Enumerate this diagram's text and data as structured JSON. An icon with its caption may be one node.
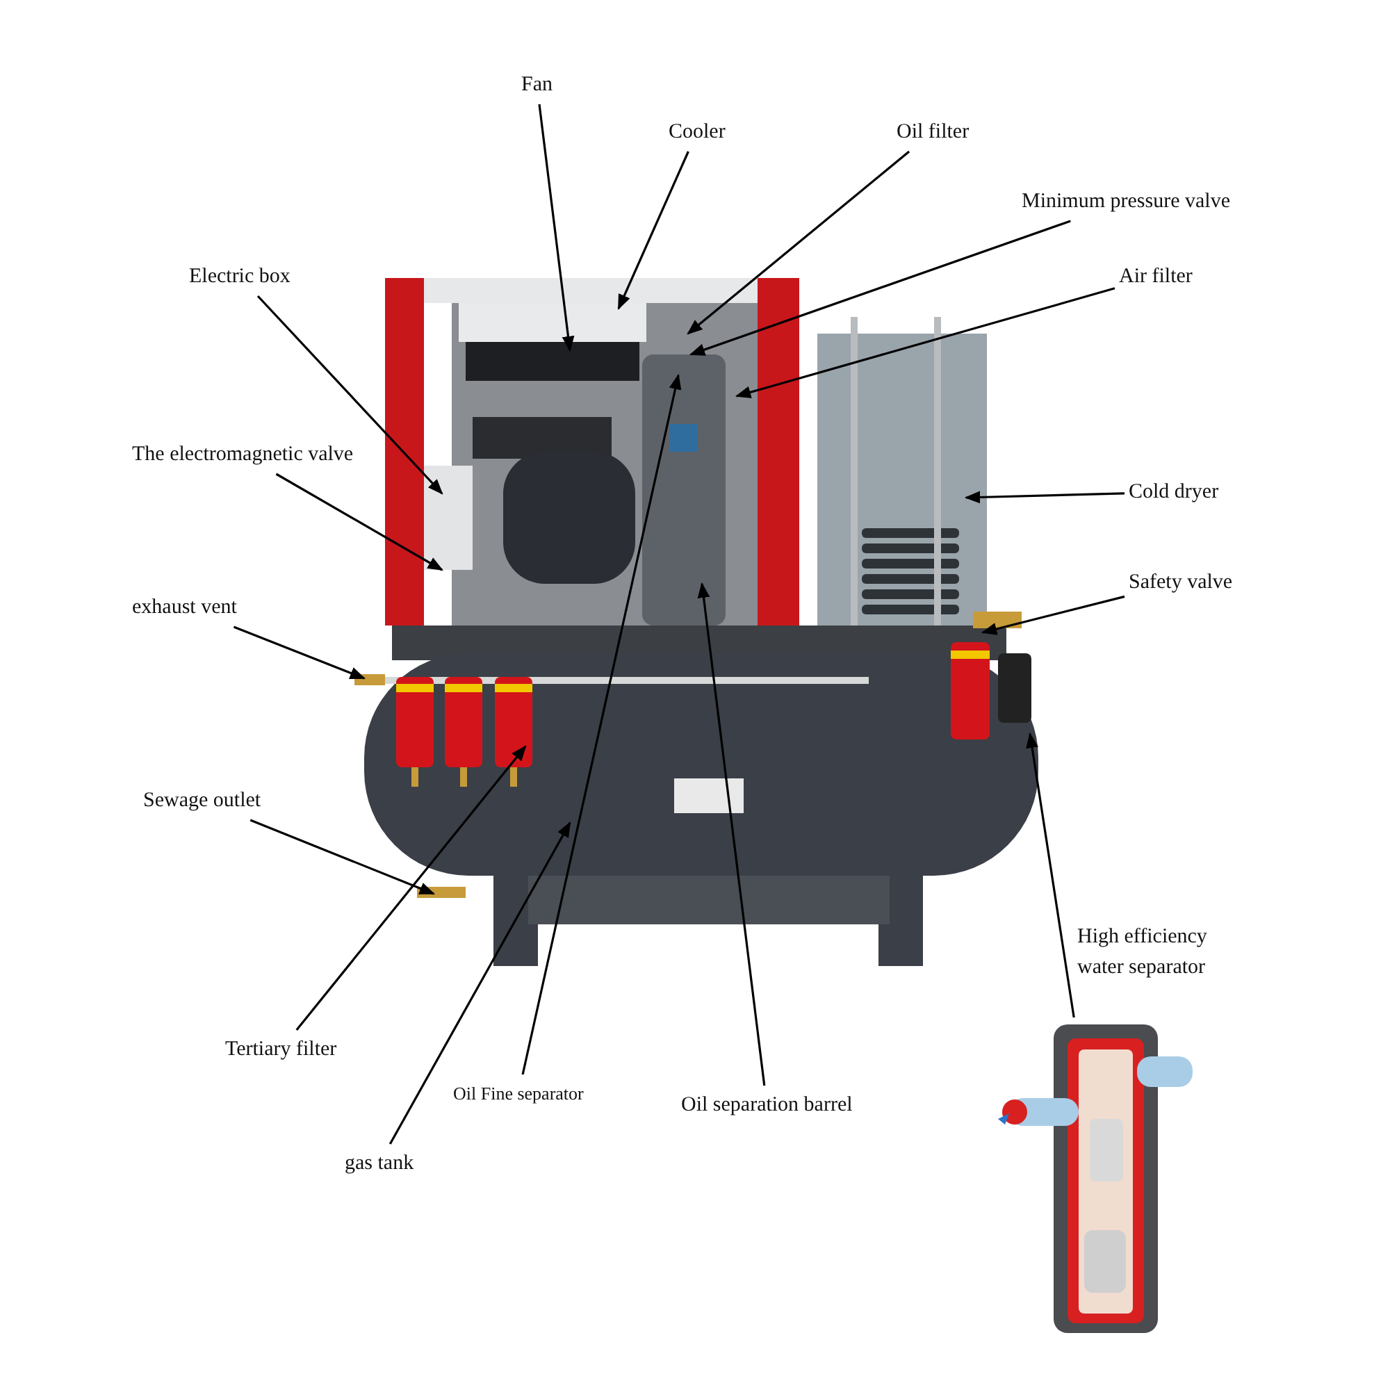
{
  "diagram": {
    "nodes": [
      {
        "text": [
          "Fan"
        ]
      },
      {
        "text": [
          "Cooler"
        ]
      },
      {
        "text": [
          "Oil filter"
        ]
      },
      {
        "text": [
          "Minimum pressure valve"
        ]
      },
      {
        "text": [
          "Air filter"
        ]
      },
      {
        "text": [
          "Electric box"
        ]
      },
      {
        "text": [
          "The electromagnetic valve"
        ]
      },
      {
        "text": [
          "exhaust vent"
        ]
      },
      {
        "text": [
          "Cold dryer"
        ]
      },
      {
        "text": [
          "Safety valve"
        ]
      },
      {
        "text": [
          "Sewage outlet"
        ]
      },
      {
        "text": [
          "Tertiary filter"
        ]
      },
      {
        "text": [
          "gas tank"
        ]
      },
      {
        "text": [
          "Oil Fine separator"
        ]
      },
      {
        "text": [
          "Oil separation barrel"
        ]
      },
      {
        "text": [],
        "shape": "picture",
        "beside": [
          "High efficiency water separator"
        ]
      }
    ],
    "edges": [
      {
        "from": 0,
        "to": null,
        "arrow": "to"
      },
      {
        "from": 1,
        "to": null,
        "arrow": "to"
      },
      {
        "from": 2,
        "to": null,
        "arrow": "to"
      },
      {
        "from": 3,
        "to": null,
        "arrow": "to"
      },
      {
        "from": 4,
        "to": null,
        "arrow": "to"
      },
      {
        "from": 5,
        "to": null,
        "arrow": "to"
      },
      {
        "from": 6,
        "to": null,
        "arrow": "to"
      },
      {
        "from": 7,
        "to": null,
        "arrow": "to"
      },
      {
        "from": 8,
        "to": null,
        "arrow": "to"
      },
      {
        "from": 9,
        "to": null,
        "arrow": "to"
      },
      {
        "from": 10,
        "to": null,
        "arrow": "to"
      },
      {
        "from": 11,
        "to": null,
        "arrow": "to"
      },
      {
        "from": 12,
        "to": null,
        "arrow": "to"
      },
      {
        "from": 13,
        "to": null,
        "arrow": "to"
      },
      {
        "from": 14,
        "to": null,
        "arrow": "to"
      },
      {
        "from": 15,
        "to": null,
        "arrow": "to"
      }
    ]
  }
}
